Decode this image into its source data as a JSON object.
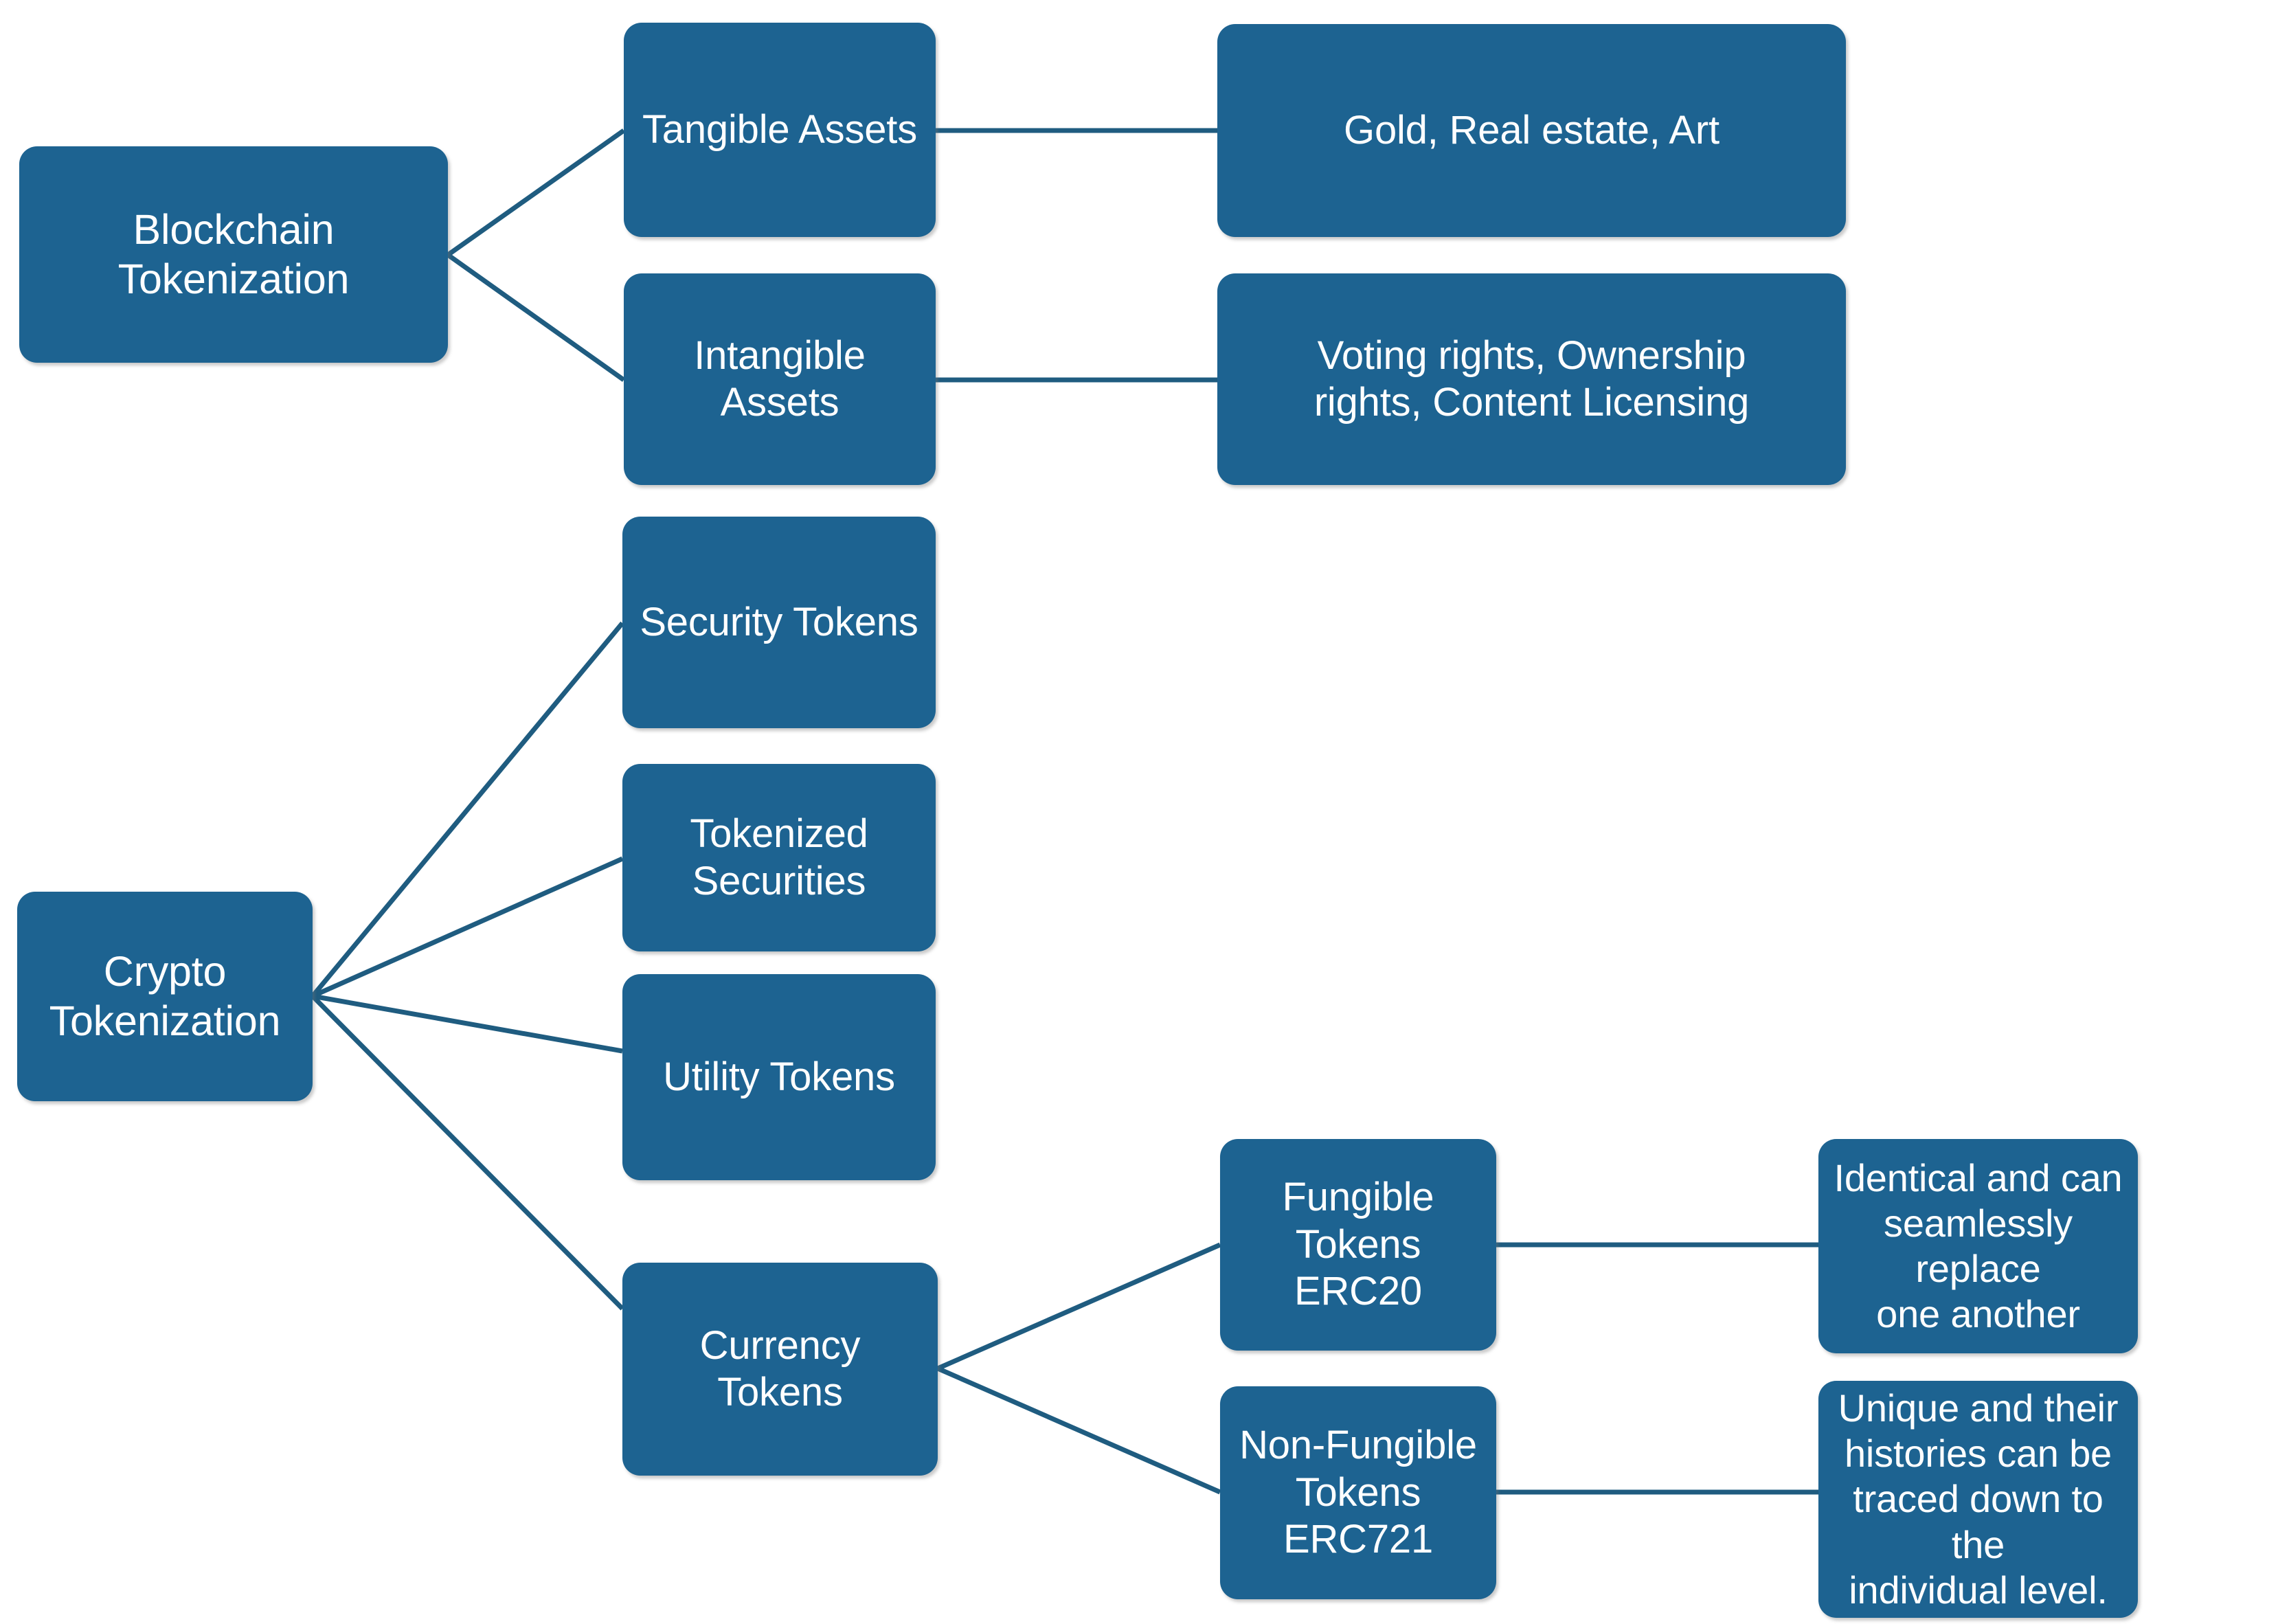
{
  "diagram": {
    "title": "Blockchain and Crypto Tokenization Taxonomy",
    "node_fill": "#1D6391",
    "node_text_color": "#FFFFFF",
    "edge_color": "#1F5C80",
    "background": "#FFFFFF"
  },
  "nodes": {
    "blockchain_tokenization": "Blockchain\nTokenization",
    "tangible_assets": "Tangible Assets",
    "intangible_assets": "Intangible Assets",
    "gold_real_estate_art": "Gold, Real estate, Art",
    "voting_ownership_licensing": "Voting rights, Ownership\nrights, Content Licensing",
    "crypto_tokenization": "Crypto Tokenization",
    "security_tokens": "Security Tokens",
    "tokenized_securities": "Tokenized\nSecurities",
    "utility_tokens": "Utility Tokens",
    "currency_tokens": "Currency Tokens",
    "fungible_tokens": "Fungible Tokens\nERC20",
    "non_fungible_tokens": "Non-Fungible\nTokens ERC721",
    "fungible_description": "Identical and can\nseamlessly replace\none another",
    "non_fungible_description": "Unique and their\nhistories can be\ntraced down to the\nindividual level."
  },
  "edges": [
    {
      "from": "blockchain_tokenization",
      "to": "tangible_assets"
    },
    {
      "from": "blockchain_tokenization",
      "to": "intangible_assets"
    },
    {
      "from": "tangible_assets",
      "to": "gold_real_estate_art"
    },
    {
      "from": "intangible_assets",
      "to": "voting_ownership_licensing"
    },
    {
      "from": "crypto_tokenization",
      "to": "security_tokens"
    },
    {
      "from": "crypto_tokenization",
      "to": "tokenized_securities"
    },
    {
      "from": "crypto_tokenization",
      "to": "utility_tokens"
    },
    {
      "from": "crypto_tokenization",
      "to": "currency_tokens"
    },
    {
      "from": "currency_tokens",
      "to": "fungible_tokens"
    },
    {
      "from": "currency_tokens",
      "to": "non_fungible_tokens"
    },
    {
      "from": "fungible_tokens",
      "to": "fungible_description"
    },
    {
      "from": "non_fungible_tokens",
      "to": "non_fungible_description"
    }
  ]
}
